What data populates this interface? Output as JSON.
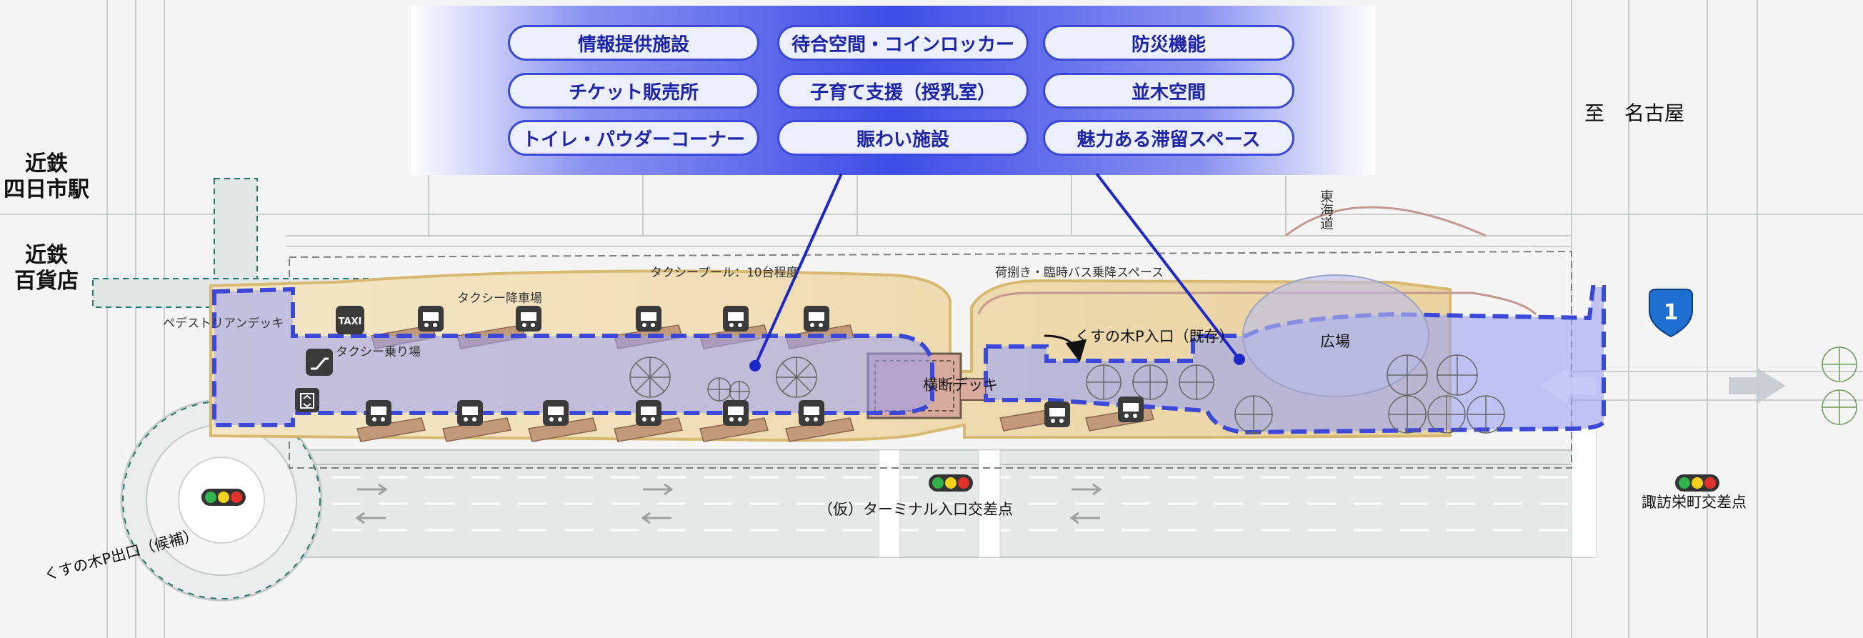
{
  "facilities": [
    {
      "label": "情報提供施設"
    },
    {
      "label": "待合空間・コインロッカー"
    },
    {
      "label": "防災機能"
    },
    {
      "label": "チケット販売所"
    },
    {
      "label": "子育て支援（授乳室）"
    },
    {
      "label": "並木空間"
    },
    {
      "label": "トイレ・パウダーコーナー"
    },
    {
      "label": "賑わい施設"
    },
    {
      "label": "魅力ある滞留スペース"
    }
  ],
  "labels": {
    "station1_line1": "近鉄",
    "station1_line2": "四日市駅",
    "station2_line1": "近鉄",
    "station2_line2": "百貨店",
    "to_nagoya": "至　名古屋",
    "tokaido": "東海道",
    "route_number": "1",
    "taxi_pool": "タクシープール：10台程度",
    "taxi_dropoff": "タクシー降車場",
    "taxi_pickup": "タクシー乗り場",
    "pedestrian_deck": "ペデストリアンデッキ",
    "cross_deck": "横断デッキ",
    "loading_space": "荷捌き・臨時バス乗降スペース",
    "parking_entrance": "くすの木P入口（既存）",
    "plaza": "広場",
    "terminal_intersection": "（仮）ターミナル入口交差点",
    "suwa_intersection": "諏訪栄町交差点",
    "parking_exit": "くすの木P出口（候補）",
    "taxi_icon": "TAXI"
  },
  "colors": {
    "accent_blue": "#3b48d8",
    "pill_fill": "#eceffe",
    "terminal_zone": "#f0deb6",
    "plaza_zone": "#aab0f5",
    "route_sign": "#1f6fd0"
  },
  "icons": {
    "bus": "bus-icon",
    "taxi": "taxi-icon",
    "escalator": "escalator-icon",
    "elevator": "elevator-icon",
    "traffic_light": "traffic-light-icon",
    "tree": "tree-icon",
    "route_shield": "route-shield-icon"
  }
}
